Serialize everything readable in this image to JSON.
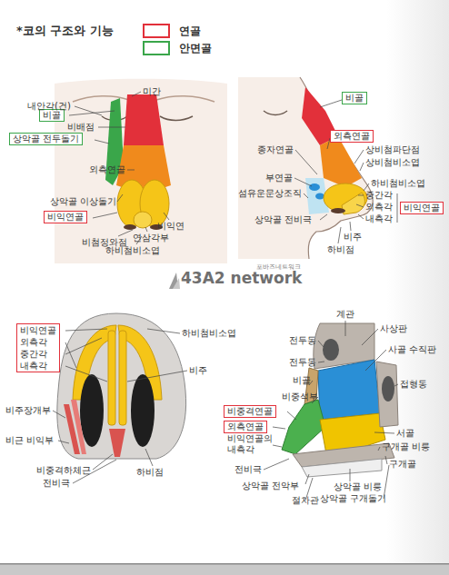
{
  "diagram": {
    "title": "*코의 구조와 기능",
    "nodes": [
      {
        "text": [
          "비골"
        ]
      },
      {
        "text": [
          "상악골 전두돌기"
        ]
      },
      {
        "text": [
          "비익연골"
        ]
      },
      {
        "text": [
          "비골"
        ]
      },
      {
        "text": [
          "외측연골"
        ]
      },
      {
        "text": [
          "비익연골"
        ]
      },
      {
        "text": [
          "비익연골",
          "외측각",
          "중간각",
          "내측각"
        ]
      },
      {
        "text": [
          "비중격연골"
        ]
      },
      {
        "text": [
          "외측연골"
        ]
      }
    ],
    "labels": [
      "미간",
      "내안각(건)",
      "비배점",
      "외측연골",
      "상악골 이상돌기",
      "비익연",
      "연삼각부",
      "비첨정와점",
      "하비첨비소엽",
      "종자연골",
      "상비첨파단점",
      "상비첨비소엽",
      "부연골",
      "하비첨비소엽",
      "섬유운문상조직",
      "중간각",
      "외측각",
      "내측각",
      "상악골 전비극",
      "비주",
      "하비점",
      "포바즈네트워크",
      "43A2 network",
      "하비첨비소엽",
      "비주",
      "비주장개부",
      "비근 비익부",
      "비중격하체근",
      "전비극",
      "하비점",
      "계관",
      "전두동",
      "사상판",
      "전두동",
      "사골 수직판",
      "비골",
      "비중석부",
      "접형동",
      "비익연골의 내측각",
      "서골",
      "구개골 비릉",
      "전비극",
      "구개골",
      "상악골 전악부",
      "상악골 비릉",
      "절차관",
      "상악골 구개돌기"
    ],
    "legend": [
      {
        "text": "연골",
        "color": "#e2303a"
      },
      {
        "text": "안면골",
        "color": "#3aa64a"
      }
    ]
  }
}
